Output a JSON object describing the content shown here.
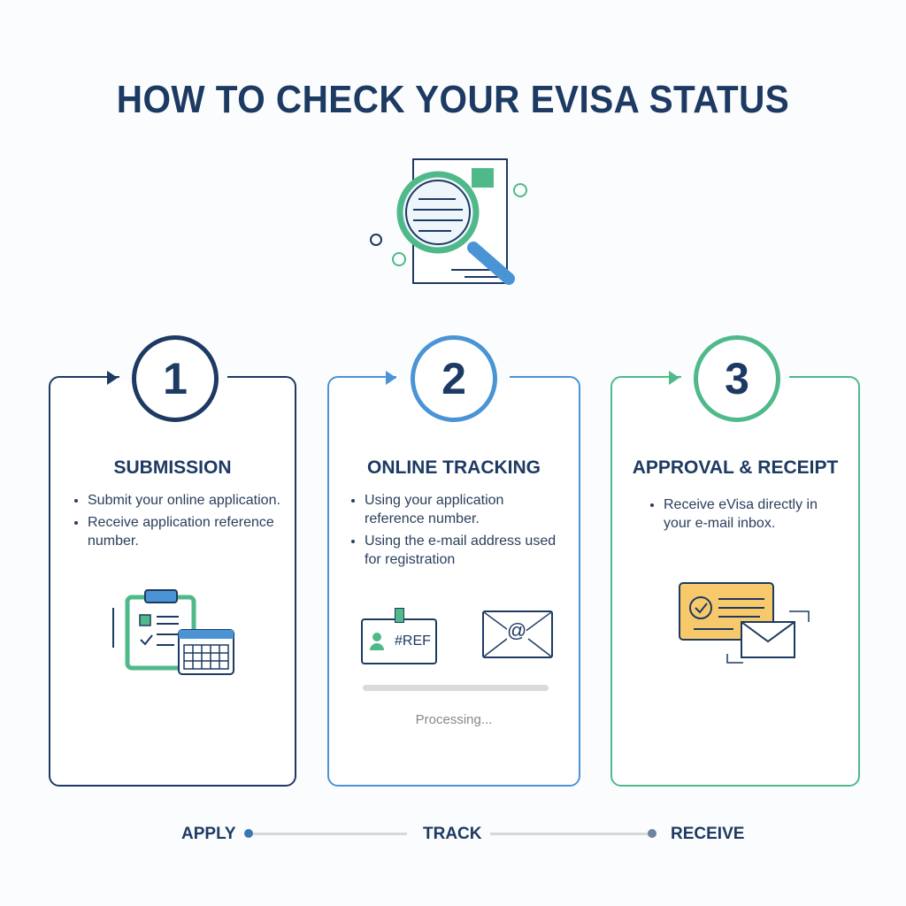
{
  "title": "HOW TO CHECK YOUR EVISA STATUS",
  "steps": [
    {
      "number": "1",
      "title": "SUBMISSION",
      "bullets": [
        "Submit your online application.",
        "Receive application reference number."
      ],
      "color": "#1d3a63"
    },
    {
      "number": "2",
      "title": "ONLINE TRACKING",
      "bullets": [
        "Using your application reference number.",
        "Using the e-mail address used for registration"
      ],
      "color": "#4a94d6",
      "ref_label": "#REF",
      "email_symbol": "@",
      "status": "Processing..."
    },
    {
      "number": "3",
      "title": "APPROVAL & RECEIPT",
      "bullets": [
        "Receive eVisa directly in your e-mail inbox."
      ],
      "color": "#4fb98a"
    }
  ],
  "timeline": [
    "APPLY",
    "TRACK",
    "RECEIVE"
  ]
}
